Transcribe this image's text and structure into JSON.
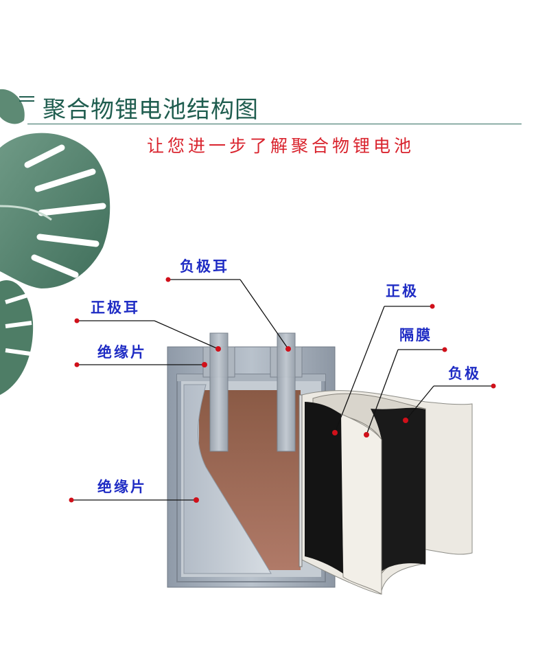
{
  "title": "聚合物锂电池结构图",
  "subtitle": "让您进一步了解聚合物锂电池",
  "labels": {
    "negative_tab": "负极耳",
    "positive_tab": "正极耳",
    "insulation_top": "绝缘片",
    "insulation_bottom": "绝缘片",
    "positive": "正极",
    "separator": "隔膜",
    "negative": "负极"
  },
  "colors": {
    "title": "#1f5d4f",
    "subtitle": "#d9232d",
    "label": "#1f2cc4",
    "pointer_dot": "#d0101a"
  }
}
